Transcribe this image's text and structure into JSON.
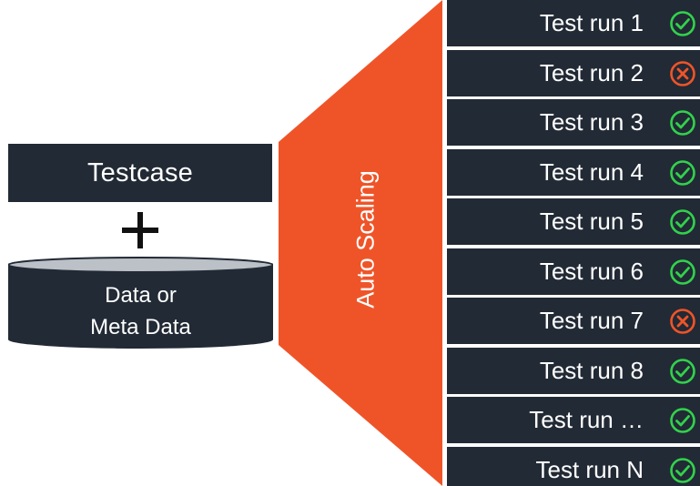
{
  "colors": {
    "dark_box": "#222a35",
    "funnel": "#ef5429",
    "success": "#32d24c",
    "failure": "#ef5429",
    "plus": "#111111",
    "text_light": "#ffffff"
  },
  "testcase": {
    "label": "Testcase"
  },
  "data_store": {
    "line1": "Data or",
    "line2": "Meta Data"
  },
  "scaling": {
    "label": "Auto Scaling"
  },
  "test_runs": [
    {
      "label": "Test run 1",
      "status": "success",
      "icon": "check-circle-icon"
    },
    {
      "label": "Test run 2",
      "status": "failure",
      "icon": "x-circle-icon"
    },
    {
      "label": "Test run 3",
      "status": "success",
      "icon": "check-circle-icon"
    },
    {
      "label": "Test run 4",
      "status": "success",
      "icon": "check-circle-icon"
    },
    {
      "label": "Test run 5",
      "status": "success",
      "icon": "check-circle-icon"
    },
    {
      "label": "Test run 6",
      "status": "success",
      "icon": "check-circle-icon"
    },
    {
      "label": "Test run 7",
      "status": "failure",
      "icon": "x-circle-icon"
    },
    {
      "label": "Test run 8",
      "status": "success",
      "icon": "check-circle-icon"
    },
    {
      "label": "Test run …",
      "status": "success",
      "icon": "check-circle-icon"
    },
    {
      "label": "Test run N",
      "status": "success",
      "icon": "check-circle-icon"
    }
  ]
}
